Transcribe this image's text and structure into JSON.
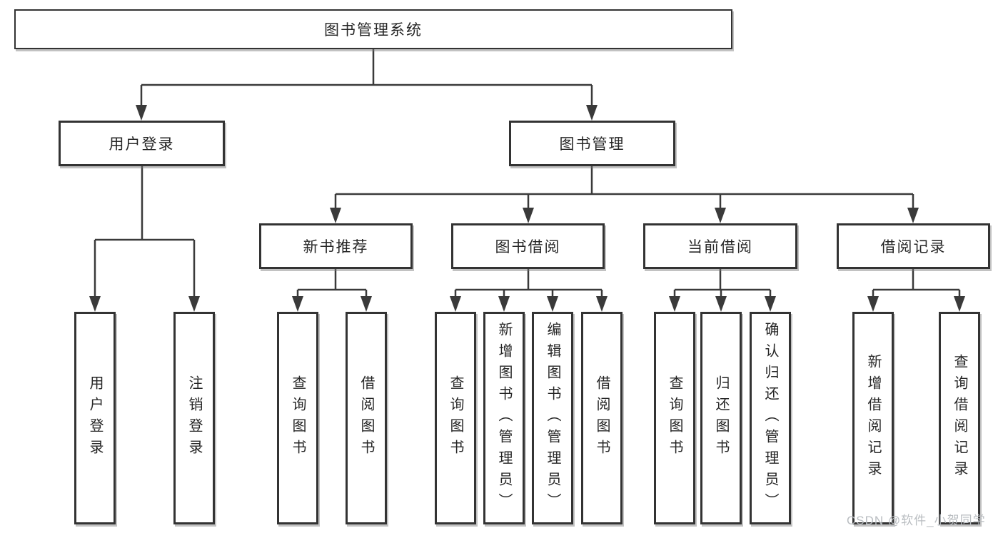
{
  "diagram": {
    "root": {
      "label": "图书管理系统"
    },
    "level2": [
      {
        "label": "用户登录"
      },
      {
        "label": "图书管理"
      }
    ],
    "level3": [
      {
        "label": "新书推荐"
      },
      {
        "label": "图书借阅"
      },
      {
        "label": "当前借阅"
      },
      {
        "label": "借阅记录"
      }
    ],
    "leaves": {
      "user_login": [
        "用户登录",
        "注销登录"
      ],
      "new_books": [
        "查询图书",
        "借阅图书"
      ],
      "book_borrow": [
        "查询图书",
        "新增图书（管理员）",
        "编辑图书（管理员）",
        "借阅图书"
      ],
      "current_borrow": [
        "查询图书",
        "归还图书",
        "确认归还（管理员）"
      ],
      "borrow_records": [
        "新增借阅记录",
        "查询借阅记录"
      ]
    }
  },
  "watermark": "CSDN @软件_小贺同学",
  "colors": {
    "line": "#3a3a3a",
    "box_border": "#333333",
    "text": "#262626",
    "watermark": "#b9bdc1",
    "background": "#ffffff"
  }
}
